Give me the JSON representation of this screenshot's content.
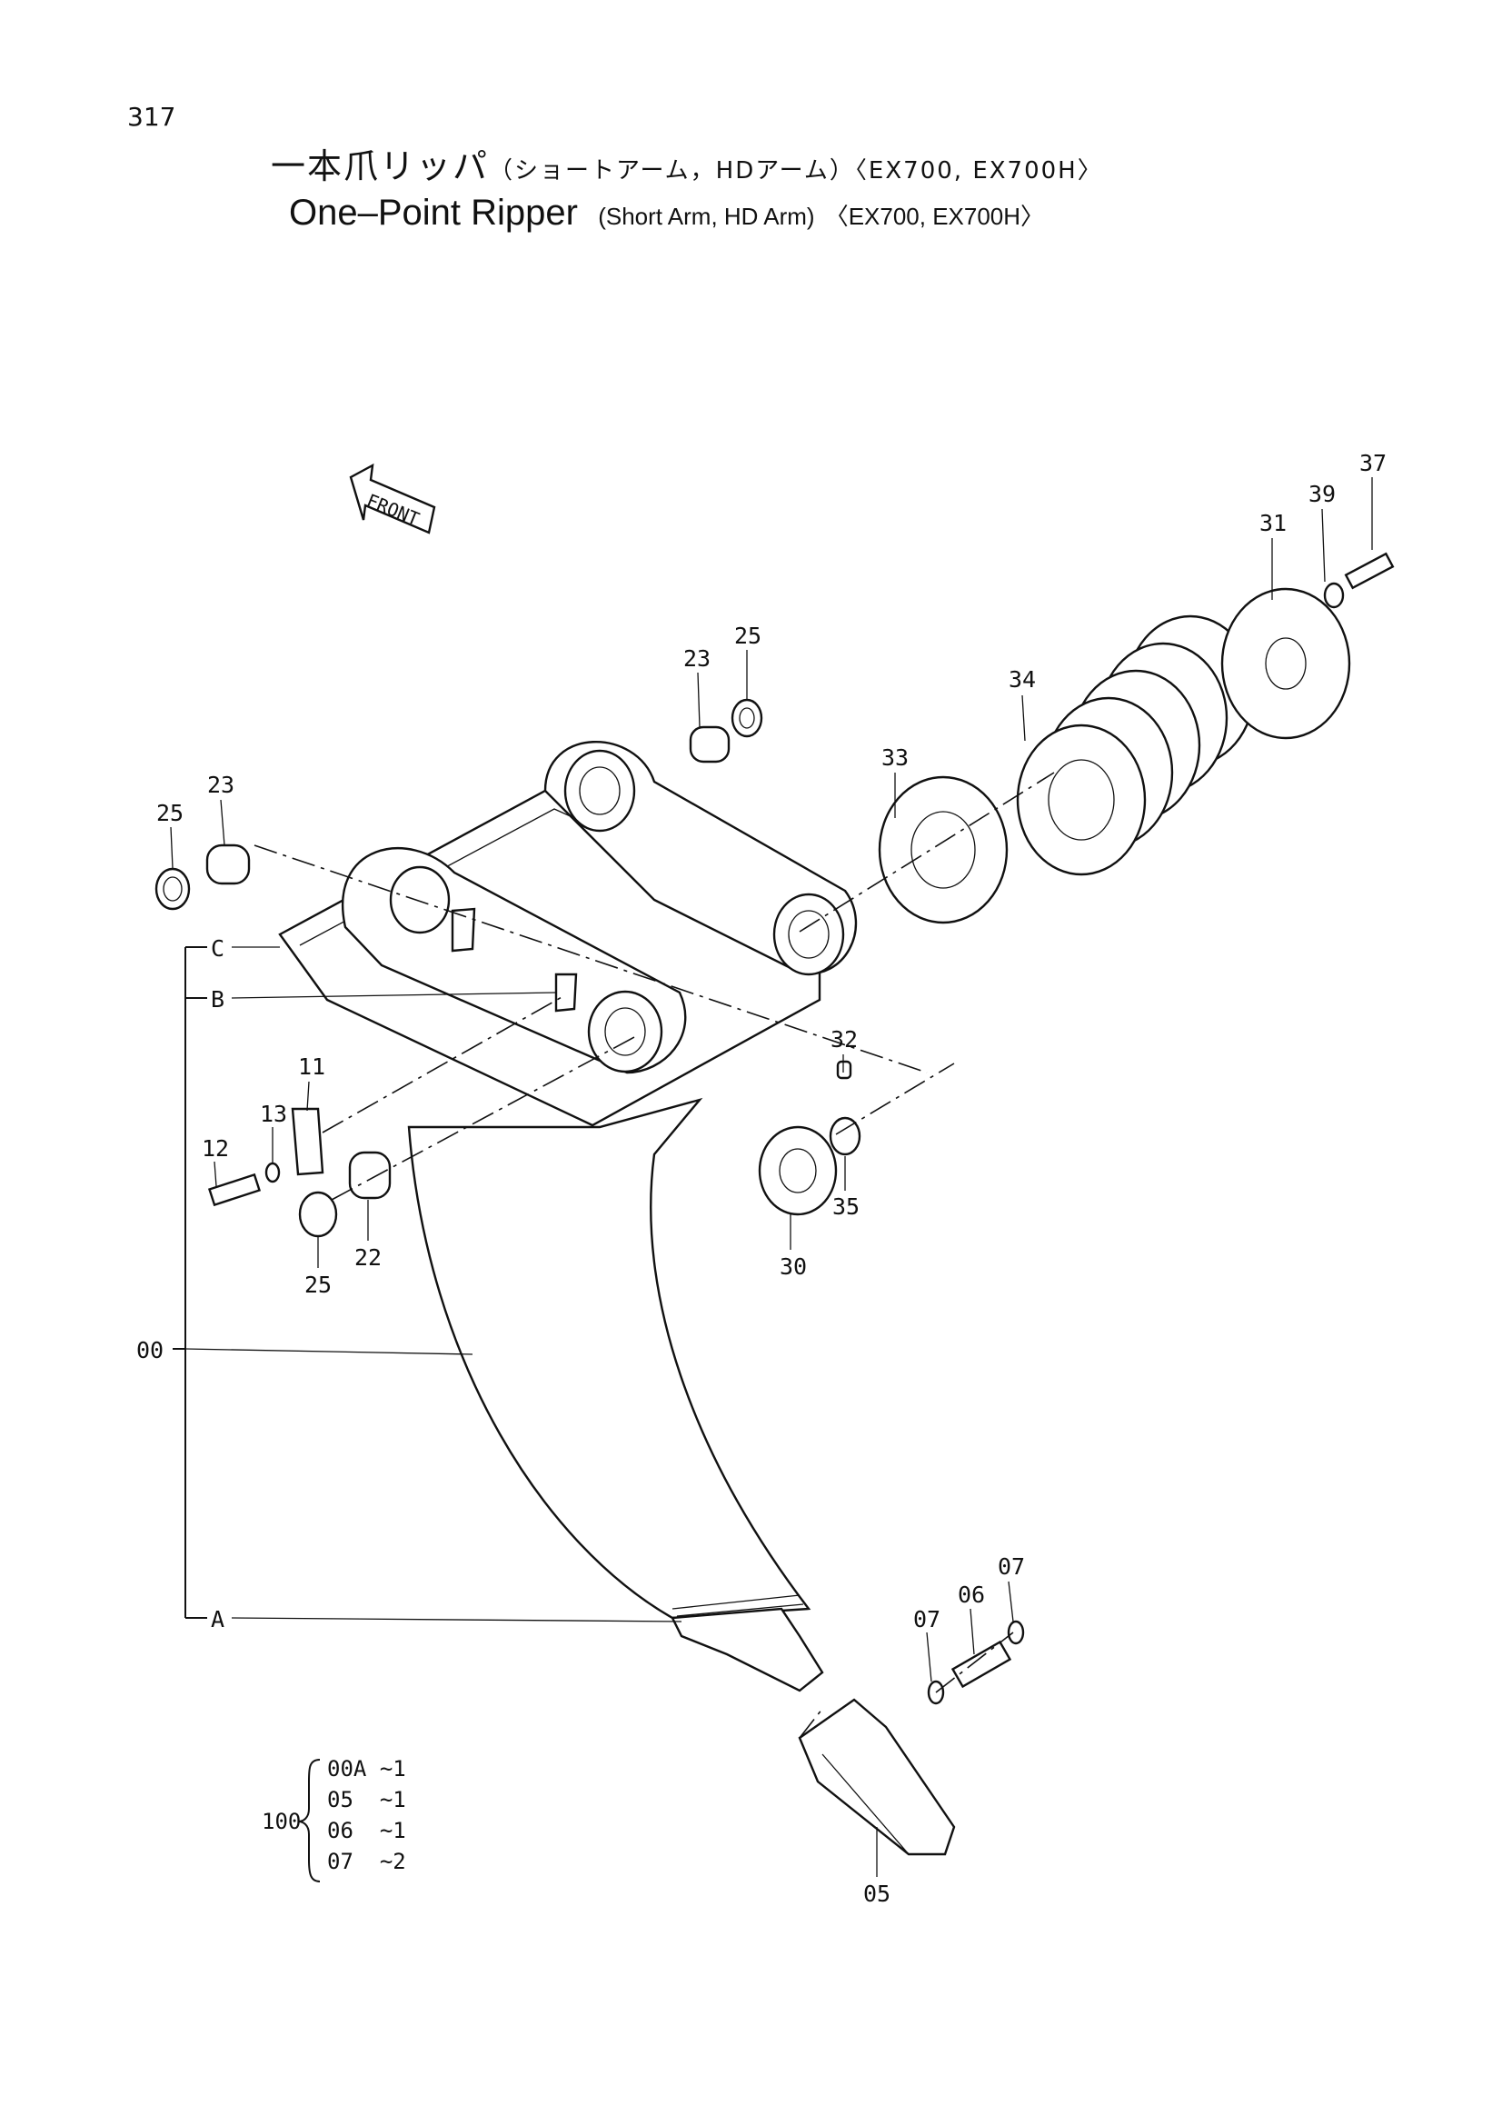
{
  "page_number": "317",
  "title_jp": {
    "main": "一本爪リッパ",
    "variant": "（ショートアーム，HDアーム）",
    "models": "〈EX700, EX700H〉"
  },
  "title_en": {
    "main": "One–Point  Ripper",
    "variant": "(Short  Arm,   HD  Arm)",
    "models": "〈EX700, EX700H〉"
  },
  "front_marker": "FRONT",
  "callouts": {
    "p37": "37",
    "p39": "39",
    "p31": "31",
    "p34": "34",
    "p33": "33",
    "p23a": "23",
    "p25a": "25",
    "p23b": "23",
    "p25b": "25",
    "p32": "32",
    "p35": "35",
    "p30": "30",
    "p11": "11",
    "p13": "13",
    "p12": "12",
    "p22": "22",
    "p25c": "25",
    "p00": "00",
    "p07a": "07",
    "p07b": "07",
    "p06": "06",
    "p05": "05"
  },
  "reference_letters": {
    "a": "A",
    "b": "B",
    "c": "C"
  },
  "kit": {
    "label": "100",
    "rows": [
      {
        "part": "00A",
        "qty": "~1"
      },
      {
        "part": "05 ",
        "qty": "~1"
      },
      {
        "part": "06 ",
        "qty": "~1"
      },
      {
        "part": "07 ",
        "qty": "~2"
      }
    ]
  }
}
